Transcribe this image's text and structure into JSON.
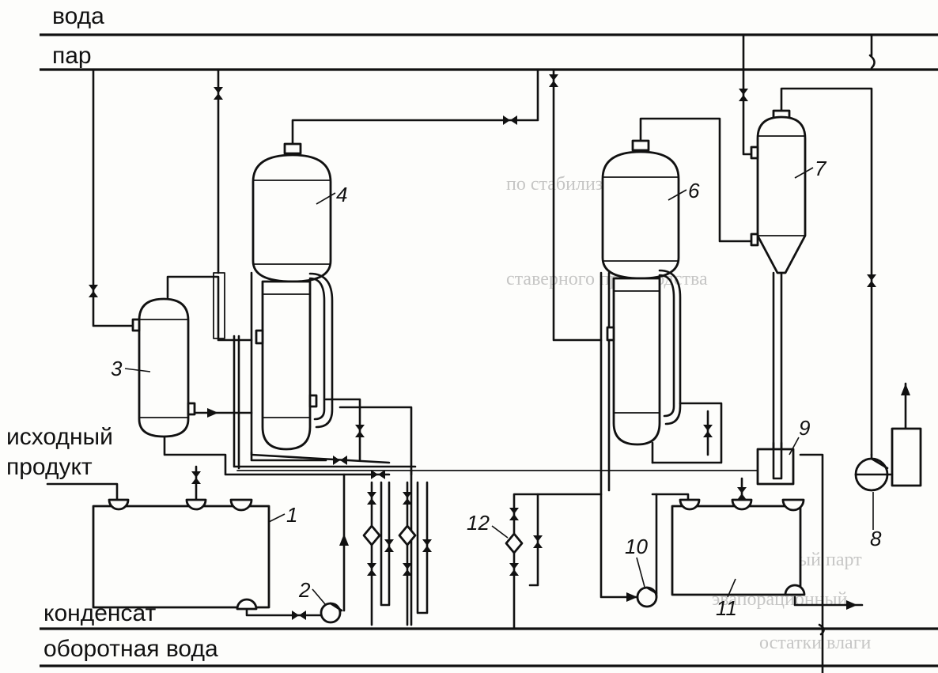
{
  "lines": {
    "water": "вода",
    "steam": "пар",
    "feed_line1": "исходный",
    "feed_line2": "продукт",
    "condensate": "конденсат",
    "cooling_water": "оборотная вода"
  },
  "units": {
    "u1": "1",
    "u2": "2",
    "u3": "3",
    "u4": "4",
    "u6": "6",
    "u7": "7",
    "u8": "8",
    "u9": "9",
    "u10": "10",
    "u11": "11",
    "u12": "12"
  },
  "bleed_through": [
    "по стабилизации и",
    "ставерного производства",
    "нормативный парт",
    "эвапорационный",
    "остатки влаги"
  ]
}
